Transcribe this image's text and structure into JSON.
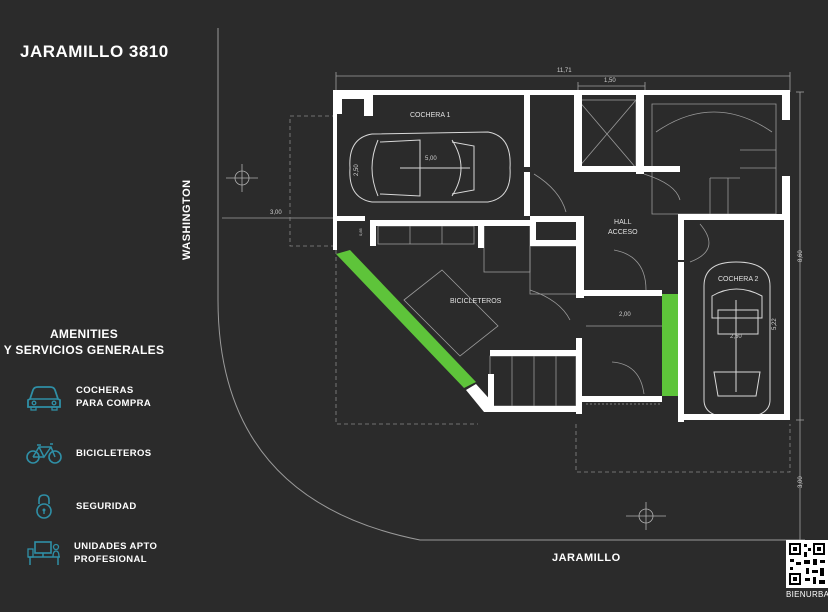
{
  "header": {
    "title": "JARAMILLO 3810"
  },
  "amenities": {
    "title_line1": "AMENITIES",
    "title_line2": "Y SERVICIOS GENERALES",
    "items": [
      {
        "icon": "car-icon",
        "line1": "COCHERAS",
        "line2": "PARA COMPRA"
      },
      {
        "icon": "bicycle-icon",
        "line1": "BICICLETEROS",
        "line2": ""
      },
      {
        "icon": "lock-icon",
        "line1": "SEGURIDAD",
        "line2": ""
      },
      {
        "icon": "workstation-icon",
        "line1": "UNIDADES APTO",
        "line2": "PROFESIONAL"
      }
    ]
  },
  "plan": {
    "streets": {
      "side": "WASHINGTON",
      "front": "JARAMILLO"
    },
    "rooms": {
      "garage1": "COCHERA 1",
      "garage2": "COCHERA 2",
      "hall_line1": "HALL",
      "hall_line2": "ACCESO",
      "bike": "BICICLETEROS"
    },
    "dimensions": {
      "total_width": "11,71",
      "top_segment": "1,50",
      "side_setback": "3,00",
      "car1_length": "5,00",
      "car1_width": "2,50",
      "small_gap": "0,85",
      "hall_width": "2,00",
      "total_depth": "8,60",
      "car2_length": "5,22",
      "car2_width": "2,50",
      "front_setback": "3,00"
    },
    "colors": {
      "wall": "#ffffff",
      "accent": "#5ec43a",
      "line": "#a0a0a0",
      "background": "#2b2b2b"
    }
  },
  "brand": {
    "label": "BIENURBAN"
  }
}
